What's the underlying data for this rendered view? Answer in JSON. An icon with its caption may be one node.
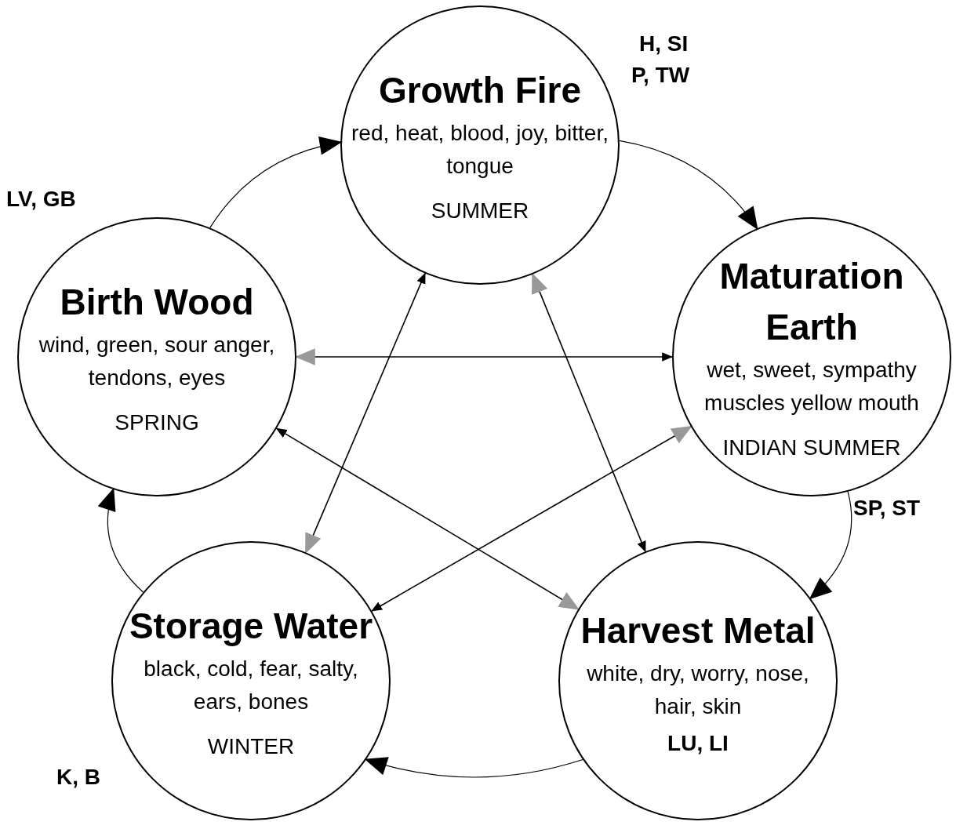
{
  "diagram": {
    "nodes": [
      {
        "text": [
          "Growth Fire",
          "red, heat, blood, joy, bitter, tongue",
          "SUMMER"
        ],
        "beside": [
          "H, SI",
          "P, TW"
        ]
      },
      {
        "text": [
          "Birth Wood",
          "wind, green, sour anger, tendons, eyes",
          "SPRING"
        ],
        "beside": [
          "LV, GB"
        ]
      },
      {
        "text": [
          "Maturation Earth",
          "wet, sweet, sympathy muscles yellow mouth",
          "INDIAN SUMMER"
        ],
        "beside": [
          "SP, ST"
        ]
      },
      {
        "text": [
          "Storage Water",
          "black, cold, fear, salty, ears, bones",
          "WINTER"
        ],
        "beside": [
          "K, B"
        ]
      },
      {
        "text": [
          "Harvest Metal",
          "white, dry, worry, nose, hair, skin",
          "LU, LI"
        ]
      }
    ],
    "edges": [
      {
        "from": 1,
        "to": 0,
        "arrow": "to"
      },
      {
        "from": 0,
        "to": 2,
        "arrow": "to"
      },
      {
        "from": 2,
        "to": 4,
        "arrow": "to"
      },
      {
        "from": 4,
        "to": 3,
        "arrow": "to"
      },
      {
        "from": 3,
        "to": 1,
        "arrow": "to"
      },
      {
        "from": 1,
        "to": 2,
        "arrow": "both"
      },
      {
        "from": 2,
        "to": 3,
        "arrow": "both"
      },
      {
        "from": 3,
        "to": 0,
        "arrow": "both"
      },
      {
        "from": 0,
        "to": 4,
        "arrow": "both"
      },
      {
        "from": 4,
        "to": 1,
        "arrow": "both"
      }
    ]
  }
}
